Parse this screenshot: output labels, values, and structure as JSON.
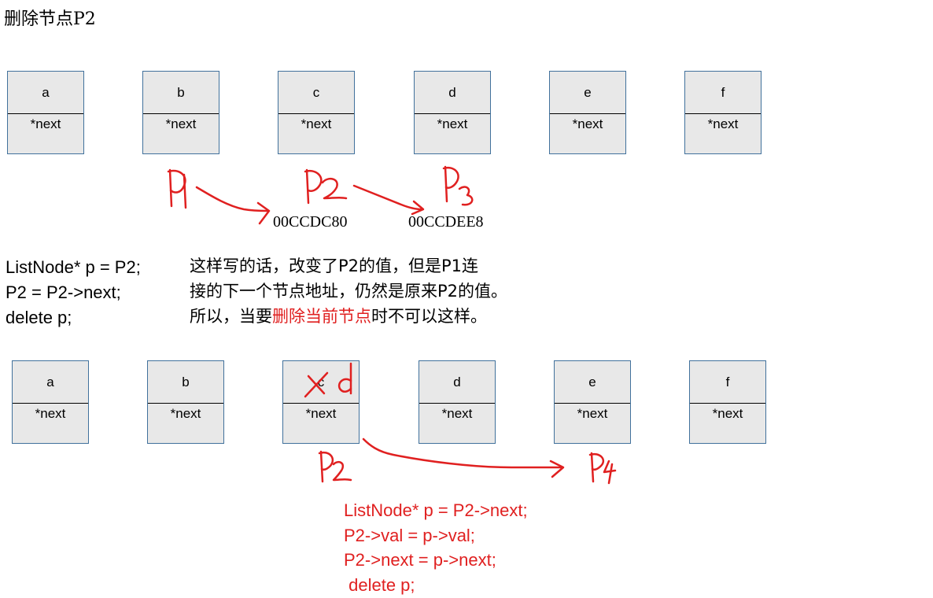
{
  "title": "删除节点P2",
  "row1": {
    "nodes": [
      {
        "label": "a",
        "ptr": "*next"
      },
      {
        "label": "b",
        "ptr": "*next"
      },
      {
        "label": "c",
        "ptr": "*next"
      },
      {
        "label": "d",
        "ptr": "*next"
      },
      {
        "label": "e",
        "ptr": "*next"
      },
      {
        "label": "f",
        "ptr": "*next"
      }
    ],
    "addresses": [
      "00CCDC80",
      "00CCDEE8"
    ]
  },
  "code": [
    "ListNode* p = P2;",
    "P2 = P2->next;",
    "delete p;"
  ],
  "note": {
    "line1": "这样写的话，改变了P2的值，但是P1连",
    "line2": "接的下一个节点地址，仍然是原来P2的值。",
    "line3_pre": "所以，当要",
    "line3_red": "删除当前节点",
    "line3_post": "时不可以这样。"
  },
  "row2": {
    "nodes": [
      {
        "label": "a",
        "ptr": "*next"
      },
      {
        "label": "b",
        "ptr": "*next"
      },
      {
        "label": "c",
        "ptr": "*next"
      },
      {
        "label": "d",
        "ptr": "*next"
      },
      {
        "label": "e",
        "ptr": "*next"
      },
      {
        "label": "f",
        "ptr": "*next"
      }
    ]
  },
  "fix_code": [
    "ListNode* p = P2->next;",
    "P2->val = p->val;",
    "P2->next = p->next;",
    " delete p;"
  ],
  "colors": {
    "ink": "#e02020",
    "node_fill": "#e8e8e8",
    "node_border": "#41719c"
  }
}
